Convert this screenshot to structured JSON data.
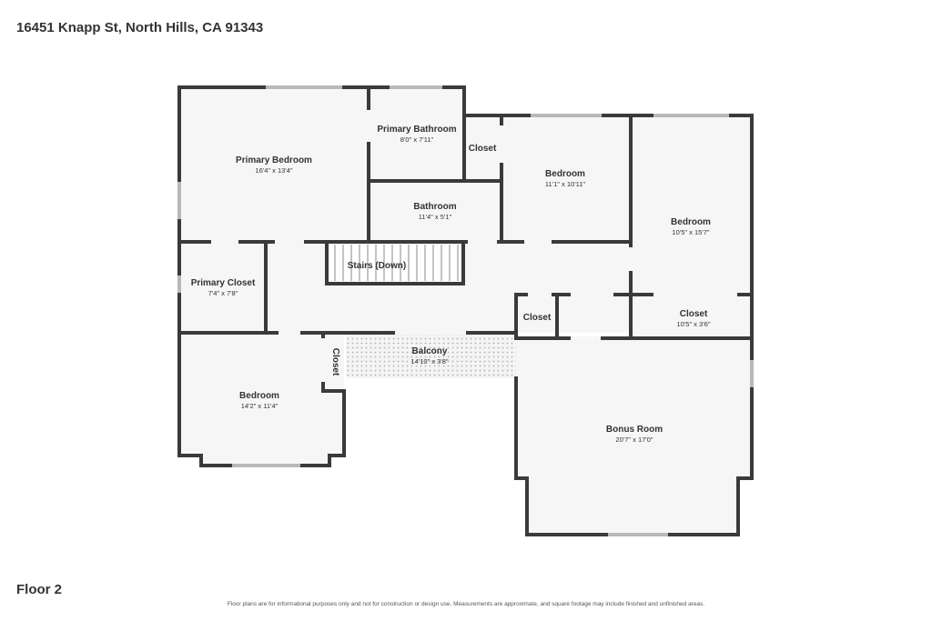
{
  "header": {
    "address": "16451 Knapp St, North Hills, CA 91343"
  },
  "footer": {
    "floor": "Floor 2",
    "disclaimer": "Floor plans are for informational purposes only and not for construction or design use. Measurements are approximate, and square footage may include finished and unfinished areas."
  },
  "colors": {
    "wall": "#3a3a3a",
    "room_fill": "#f6f6f6",
    "window": "#b9b9b9",
    "text": "#333333"
  },
  "rooms": {
    "primary_bedroom": {
      "name": "Primary Bedroom",
      "dims": "16'4\" x 13'4\""
    },
    "primary_bathroom": {
      "name": "Primary Bathroom",
      "dims": "8'0\" x 7'11\""
    },
    "closet_top": {
      "name": "Closet"
    },
    "bedroom_mid": {
      "name": "Bedroom",
      "dims": "11'1\" x 10'11\""
    },
    "bedroom_right": {
      "name": "Bedroom",
      "dims": "10'5\" x 15'7\""
    },
    "bathroom": {
      "name": "Bathroom",
      "dims": "11'4\" x 5'1\""
    },
    "stairs": {
      "name": "Stairs (Down)"
    },
    "primary_closet": {
      "name": "Primary Closet",
      "dims": "7'4\" x 7'8\""
    },
    "closet_mid": {
      "name": "Closet"
    },
    "closet_right": {
      "name": "Closet",
      "dims": "10'5\" x 3'6\""
    },
    "balcony": {
      "name": "Balcony",
      "dims": "14'10\" x 3'8\""
    },
    "closet_small": {
      "name": "Closet"
    },
    "bedroom_bottom": {
      "name": "Bedroom",
      "dims": "14'2\" x 11'4\""
    },
    "bonus_room": {
      "name": "Bonus Room",
      "dims": "20'7\" x 17'0\""
    }
  }
}
